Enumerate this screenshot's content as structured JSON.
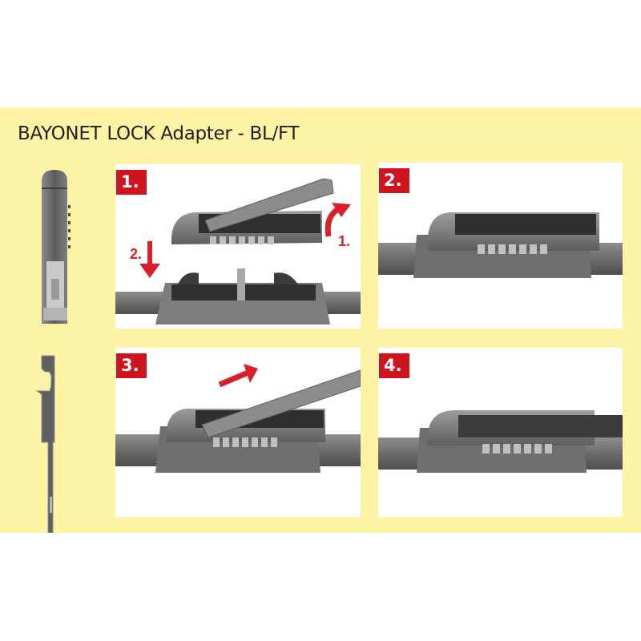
{
  "title": "BAYONET LOCK Adapter - BL/FT",
  "colors": {
    "band": "#fdf3a4",
    "accent": "#cf141e",
    "metal": "#6f7072",
    "dark": "#3a3a3c"
  },
  "side_images": [
    {
      "name": "adapter-front-view"
    },
    {
      "name": "wiper-arm-hook-profile"
    }
  ],
  "steps": [
    {
      "badge": "1.",
      "arrows": [
        {
          "label": "1.",
          "direction": "curved-up"
        },
        {
          "label": "2.",
          "direction": "down"
        }
      ]
    },
    {
      "badge": "2.",
      "arrows": []
    },
    {
      "badge": "3.",
      "arrows": [
        {
          "label": "",
          "direction": "up-right"
        }
      ]
    },
    {
      "badge": "4.",
      "arrows": []
    }
  ]
}
